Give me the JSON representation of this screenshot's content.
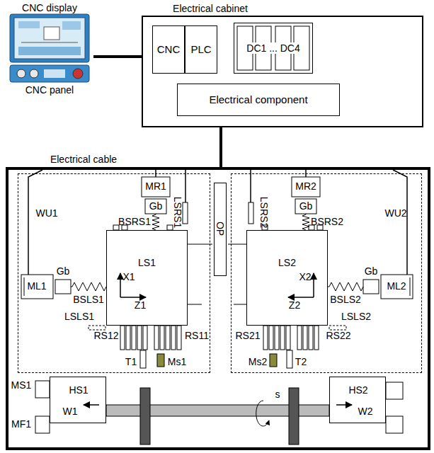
{
  "diagram": {
    "nodes": [
      {
        "text": [
          "CNC display",
          "CNC panel"
        ]
      },
      {
        "text": [
          "Electrical cabinet"
        ]
      },
      {
        "text": [
          "CNC"
        ],
        "in": 1
      },
      {
        "text": [
          "PLC"
        ],
        "in": 1
      },
      {
        "text": [
          "DC1 ... DC4"
        ],
        "in": 1
      },
      {
        "text": [
          "Electrical component"
        ],
        "in": 1
      },
      {
        "text": [
          "WU1"
        ]
      },
      {
        "text": [
          "LS1"
        ],
        "in": 6
      },
      {
        "text": [
          "OP"
        ]
      },
      {
        "text": [
          "WU2"
        ]
      },
      {
        "text": [
          "LS2"
        ],
        "in": 9
      },
      {
        "text": [
          "HS1",
          "W1"
        ]
      },
      {
        "text": [
          "HS2",
          "W2"
        ]
      }
    ],
    "edges": [
      {
        "from": 0,
        "to": 1,
        "arrow": "none"
      }
    ],
    "labels": [
      "Electrical cable",
      "MR1",
      "Gb",
      "BSRS1",
      "LSRS1",
      "ML1",
      "Gb",
      "BSLS1",
      "X1",
      "Z1",
      "LSLS1",
      "RS12",
      "RS11",
      "T1",
      "Ms1",
      "MR2",
      "Gb",
      "LSRS2",
      "BSRS2",
      "X2",
      "Z2",
      "Gb",
      "BSLS2",
      "ML2",
      "LSLS2",
      "RS21",
      "RS22",
      "Ms2",
      "T2",
      "MS1",
      "MF1",
      "s"
    ]
  }
}
